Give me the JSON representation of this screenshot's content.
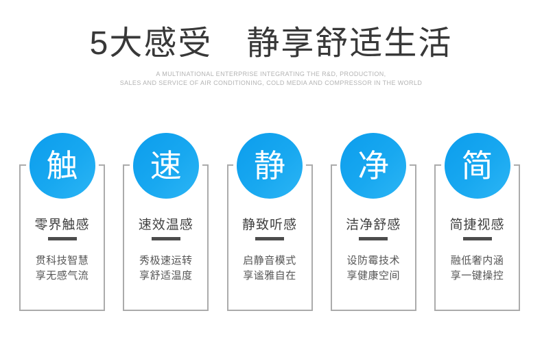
{
  "header": {
    "title": "5大感受　静享舒适生活",
    "subtitle_line1": "A MULTINATIONAL ENTERPRISE INTEGRATING THE R&D, PRODUCTION,",
    "subtitle_line2": "SALES AND SERVICE OF AIR CONDITIONING, COLD MEDIA AND COMPRESSOR IN THE WORLD"
  },
  "colors": {
    "badge_blue": "#18a8f0",
    "badge_blue_dark": "#0c9ded",
    "badge_blue_light": "#2cb5f5",
    "card_border_gray": "#ababab",
    "heading_text": "#383838",
    "subtitle_text": "#b3b3b3",
    "divider_dark": "#4d4d4d",
    "body_text": "#555555",
    "background": "#ffffff"
  },
  "cards": [
    {
      "char": "触",
      "title": "零界触感",
      "line1": "贯科技智慧",
      "line2": "享无感气流"
    },
    {
      "char": "速",
      "title": "速效温感",
      "line1": "秀极速运转",
      "line2": "享舒适温度"
    },
    {
      "char": "静",
      "title": "静致听感",
      "line1": "启静音模式",
      "line2": "享谧雅自在"
    },
    {
      "char": "净",
      "title": "洁净舒感",
      "line1": "设防霉技术",
      "line2": "享健康空间"
    },
    {
      "char": "简",
      "title": "简捷视感",
      "line1": "融低奢内涵",
      "line2": "享一键操控"
    }
  ]
}
